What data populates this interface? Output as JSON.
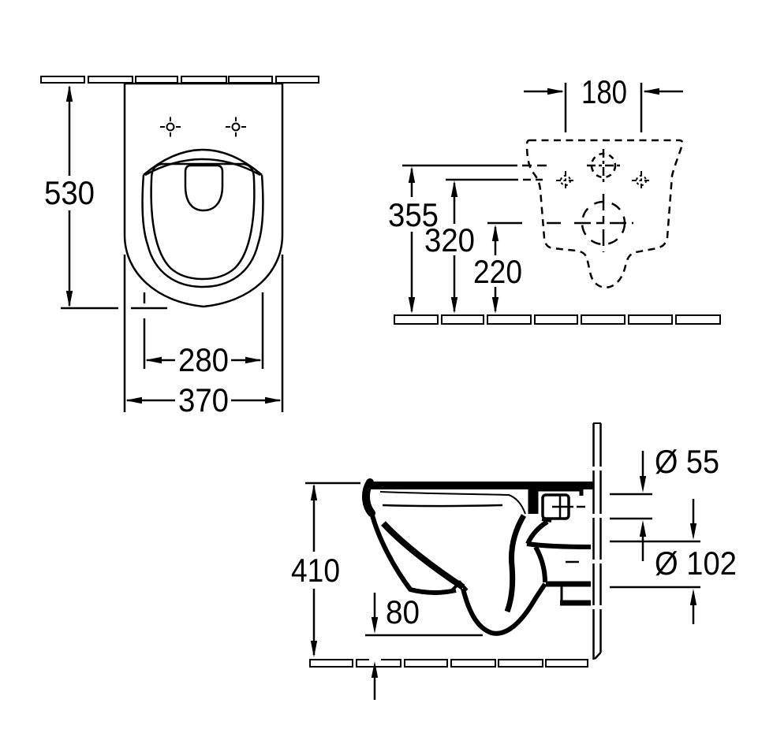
{
  "drawing": {
    "background_color": "#ffffff",
    "line_color": "#000000",
    "plan_view": {
      "depth": "530",
      "seat_width": "280",
      "overall_width": "370"
    },
    "rear_view": {
      "hole_spacing": "180",
      "height_rim": "355",
      "height_holes": "320",
      "height_outlet": "220"
    },
    "side_view": {
      "overall_height": "410",
      "clearance": "80",
      "inlet_diameter": "Ø 55",
      "outlet_diameter": "Ø 102"
    }
  }
}
